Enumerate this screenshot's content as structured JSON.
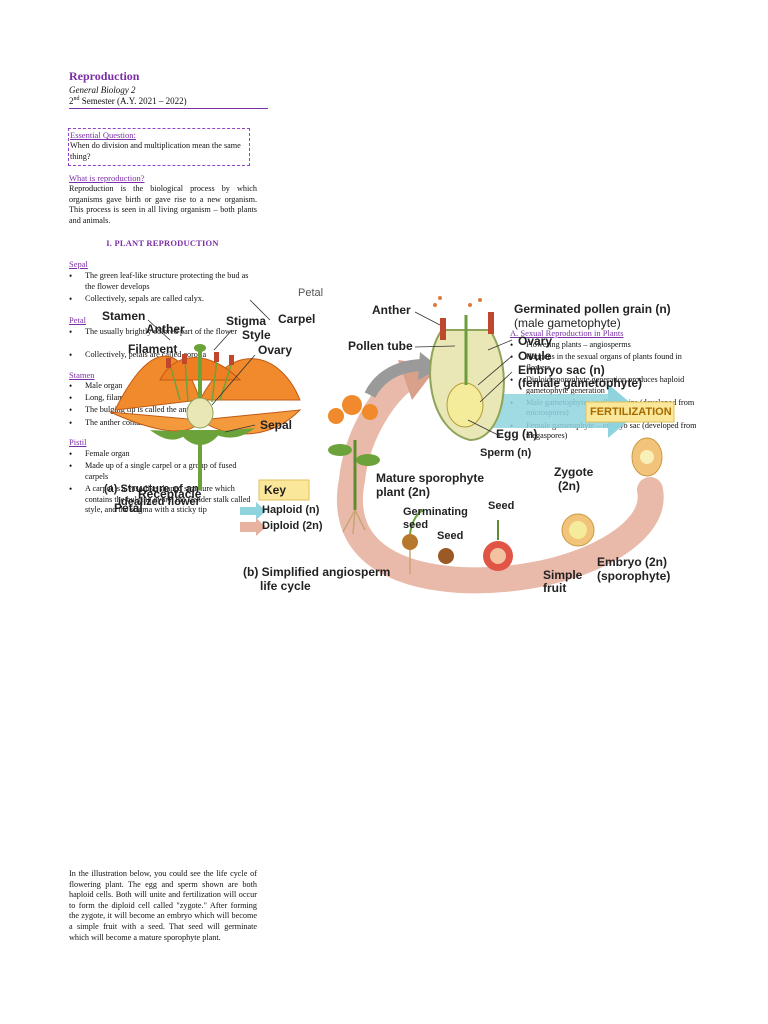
{
  "doc": {
    "title": "Reproduction",
    "subtitle": "General Biology 2",
    "semester_prefix": "2",
    "semester_sup": "nd",
    "semester_rest": " Semester (A.Y. 2021 – 2022)"
  },
  "essential": {
    "title": "Essential Question:",
    "text": "When do division and multiplication mean the same thing?"
  },
  "what": {
    "heading": "What is reproduction?",
    "text": "Reproduction is the biological process by which organisms gave birth or gave rise to a new organism. This process is seen in all living organism – both plants and animals."
  },
  "section1": {
    "heading": "I. PLANT REPRODUCTION"
  },
  "sepal": {
    "heading": "Sepal",
    "items": [
      "The green leaf-like structure protecting the bud as the flower develops",
      "Collectively, sepals are called calyx."
    ]
  },
  "petal": {
    "heading": "Petal",
    "items": [
      "The usually brightly colored part of the flower",
      "Collectively, petals are called corolla"
    ]
  },
  "stamen": {
    "heading": "Stamen",
    "items": [
      "Male organ",
      "Long, filamentous structure",
      "The bulging tip is called the anther",
      "The anther contains the pollen grains"
    ]
  },
  "pistil": {
    "heading": "Pistil",
    "items": [
      "Female organ",
      "Made up of a single carpel or a group of fused carpels",
      "A carpel is a vase-like shaped structure which contains the bulging ovary, the slender stalk called style, and the stigma with a sticky tip"
    ]
  },
  "sexual": {
    "heading": "A. Sexual Reproduction in Plants",
    "items": [
      "Flowering plants – angiosperms",
      "Happens in the sexual organs of plants found in flowers",
      "Diploid sporophyte generation produces haploid gametophyte generation",
      "Male gametophyte – pollen grains (developed from microspores)",
      "Female gametophyte – embryo sac (developed from megaspores)"
    ]
  },
  "figure": {
    "petal_top": "Petal",
    "stamen": "Stamen",
    "anther": "Anther",
    "filament": "Filament",
    "stigma": "Stigma",
    "style": "Style",
    "carpel": "Carpel",
    "ovary": "Ovary",
    "sepal": "Sepal",
    "petal": "Petal",
    "receptacle": "Receptacle",
    "caption_a_1": "(a) Structure of an",
    "caption_a_2": "idealized flower",
    "anther2": "Anther",
    "pollen_tube": "Pollen tube",
    "germinated_1": "Germinated pollen grain (n)",
    "germinated_2": "(male gametophyte)",
    "ovary2": "Ovary",
    "ovule": "Ovule",
    "embryo_sac_1": "Embryo sac (n)",
    "embryo_sac_2": "(female gametophyte)",
    "egg": "Egg (n)",
    "sperm": "Sperm (n)",
    "fertilization": "FERTILIZATION",
    "zygote_1": "Zygote",
    "zygote_2": "(2n)",
    "mature_1": "Mature sporophyte",
    "mature_2": "plant (2n)",
    "key": "Key",
    "haploid": "Haploid (n)",
    "diploid": "Diploid (2n)",
    "germinating_1": "Germinating",
    "germinating_2": "seed",
    "seed1": "Seed",
    "seed2": "Seed",
    "embryo_1": "Embryo (2n)",
    "embryo_2": "(sporophyte)",
    "simple_1": "Simple",
    "simple_2": "fruit",
    "caption_b_1": "(b) Simplified angiosperm",
    "caption_b_2": "life cycle"
  },
  "bottom": {
    "text": "In the illustration below, you could see the life cycle of flowering plant. The egg and sperm shown are both haploid cells. Both will unite and fertilization will occur to form the diploid cell called \"zygote.\" After forming the zygote, it will become an embryo which will become a simple fruit with a seed. That seed will germinate which will become a mature sporophyte plant."
  },
  "colors": {
    "accent": "#7b2fa6",
    "petal": "#f08a2c",
    "cycle_arrow": "#e7b3a0",
    "haploid_arrow": "#8fd3de",
    "key_bg": "#fbe79a"
  }
}
